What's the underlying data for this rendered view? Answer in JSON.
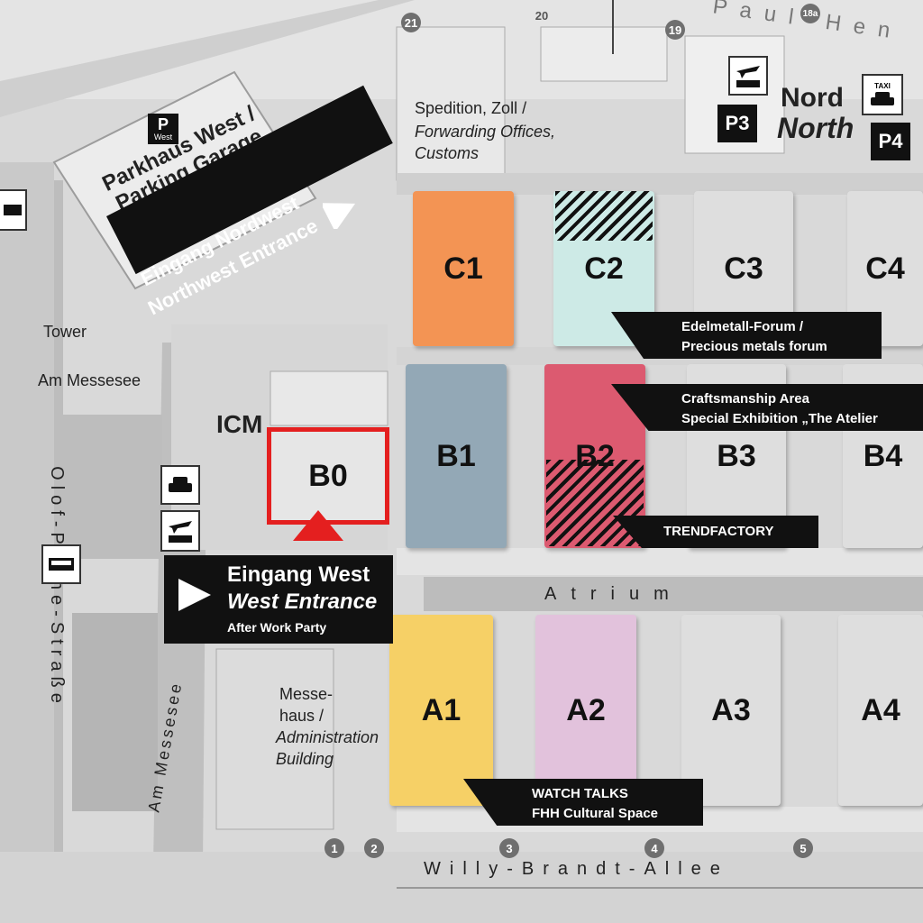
{
  "halls": {
    "C1": "C1",
    "C2": "C2",
    "C3": "C3",
    "C4": "C4",
    "B0": "B0",
    "B1": "B1",
    "B2": "B2",
    "B3": "B3",
    "B4": "B4",
    "A1": "A1",
    "A2": "A2",
    "A3": "A3",
    "A4": "A4"
  },
  "hall_colors": {
    "C1": "#f39454",
    "C2": "#cdeae6",
    "B1": "#93a8b6",
    "B2": "#dc5a70",
    "A1": "#f6d066",
    "A2": "#e2c2dc",
    "grey": "#dedede",
    "B0_highlight": "#e41f1f"
  },
  "labels": {
    "parking_west": "Parkhaus West /\nParking Garage\nWest",
    "parking_sign": "West",
    "entrance_nw_de": "Eingang Nordwest",
    "entrance_nw_en": "Northwest Entrance",
    "entrance_w_de": "Eingang West",
    "entrance_w_en": "West Entrance",
    "entrance_w_event": "After Work Party",
    "spedition_de": "Spedition, Zoll /",
    "spedition_en_1": "Forwarding Offices,",
    "spedition_en_2": "Customs",
    "nord_de": "Nord",
    "nord_en": "North",
    "p3": "P3",
    "p4": "P4",
    "taxi": "TAXI",
    "tower": "Tower",
    "am_messesee": "Am Messesee",
    "am_messesee_vertical": "Am Messesee",
    "olof": "Olof-Palme-Straße",
    "icm": "ICM",
    "messehaus_de_1": "Messe-",
    "messehaus_de_2": "haus /",
    "messehaus_en_1": "Administration",
    "messehaus_en_2": "Building",
    "atrium": "Atrium",
    "willy": "Willy-Brandt-Allee",
    "paul": "Paul-Hen"
  },
  "callouts": {
    "edelmetall_1": "Edelmetall-Forum /",
    "edelmetall_2": "Precious metals forum",
    "crafts_1": "Craftsmanship Area",
    "crafts_2": "Special Exhibition „The Atelier",
    "trendfactory": "TRENDFACTORY",
    "watch_1": "WATCH TALKS",
    "watch_2": "FHH Cultural Space"
  },
  "gates": [
    "1",
    "2",
    "3",
    "4",
    "5"
  ],
  "top_gates": [
    "21",
    "20",
    "19",
    "18a"
  ],
  "icons": {
    "parking": "parking-icon",
    "bus": "bus-icon",
    "car": "car-icon",
    "airport_bus": "airport-bus-icon",
    "taxi": "taxi-icon",
    "arrow": "entrance-arrow-icon"
  }
}
